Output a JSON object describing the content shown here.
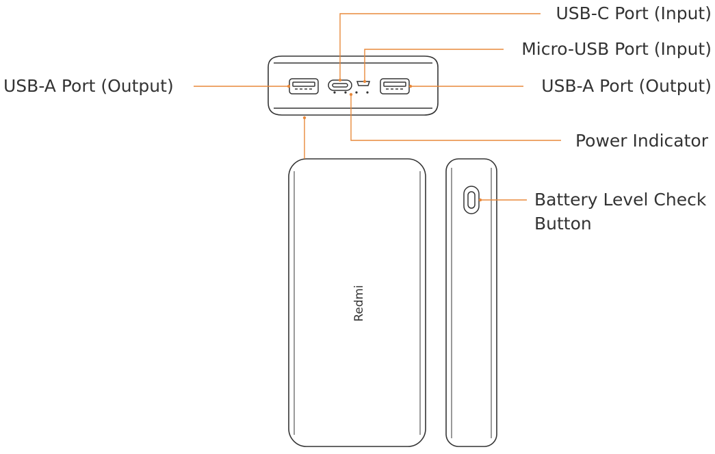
{
  "diagram": {
    "brand_text": "Redmi",
    "labels": {
      "usb_c": "USB-C Port (Input)",
      "micro_usb": "Micro-USB Port (Input)",
      "usb_a_left": "USB-A Port (Output)",
      "usb_a_right": "USB-A Port (Output)",
      "power_indicator": "Power Indicator",
      "battery_button_line1": "Battery Level Check",
      "battery_button_line2": "Button"
    },
    "colors": {
      "leader_line": "#E8883A",
      "outline": "#333333",
      "text": "#333333"
    }
  }
}
